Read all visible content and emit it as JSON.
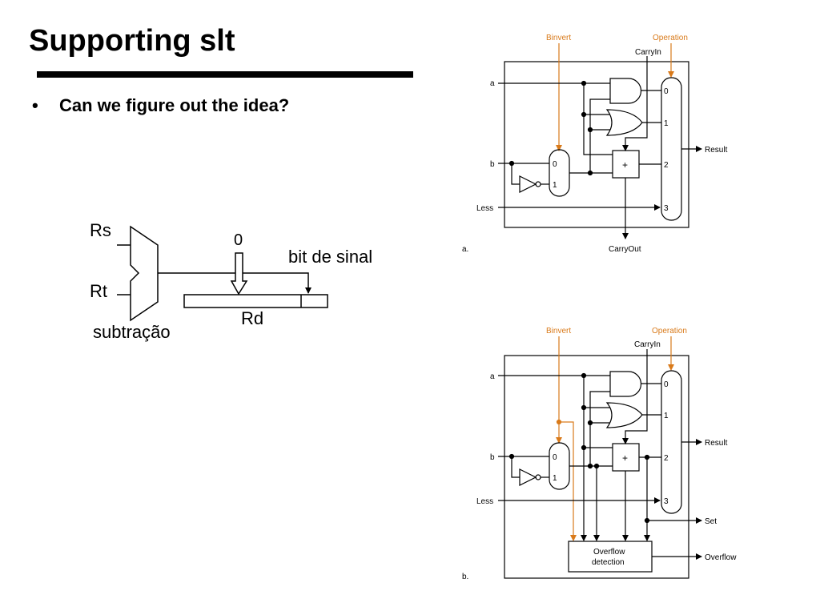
{
  "slide": {
    "title": "Supporting slt",
    "bullet_marker": "•",
    "bullet": "Can we figure out the idea?"
  },
  "sketch": {
    "rs": "Rs",
    "rt": "Rt",
    "zero": "0",
    "sign_bit": "bit de sinal",
    "rd": "Rd",
    "subtraction": "subtração"
  },
  "alu_a": {
    "binvert": "Binvert",
    "operation": "Operation",
    "carryin": "CarryIn",
    "input_a": "a",
    "input_b": "b",
    "less": "Less",
    "mux_in": [
      "0",
      "1"
    ],
    "result_mux_in": [
      "0",
      "1",
      "2",
      "3"
    ],
    "plus": "+",
    "result": "Result",
    "carryout": "CarryOut",
    "panel_label": "a."
  },
  "alu_b": {
    "binvert": "Binvert",
    "operation": "Operation",
    "carryin": "CarryIn",
    "input_a": "a",
    "input_b": "b",
    "less": "Less",
    "mux_in": [
      "0",
      "1"
    ],
    "result_mux_in": [
      "0",
      "1",
      "2",
      "3"
    ],
    "plus": "+",
    "result": "Result",
    "set": "Set",
    "overflow_box": [
      "Overflow",
      "detection"
    ],
    "overflow": "Overflow",
    "panel_label": "b."
  },
  "colors": {
    "control": "#d97a1a",
    "wire": "#000000"
  }
}
